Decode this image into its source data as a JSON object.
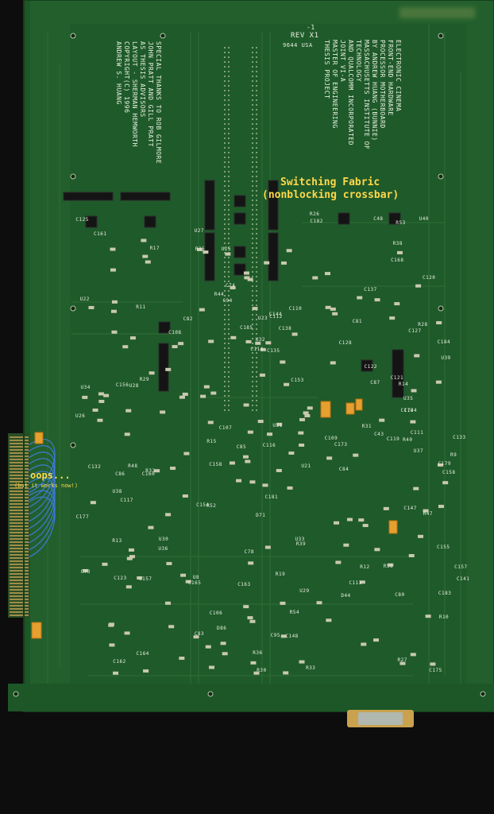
{
  "board": {
    "revision_line1": "-1",
    "revision_line2": "REV X1",
    "country": "9644 USA",
    "title_block": [
      "ELECTRONIC CINEMA",
      "FRONT-END HARDWARE",
      "PROCESSOR MOTHERBOARD",
      "BY ANDREW HUANG (BUNNIE)",
      "MASSACHUSETTS INSTITUTE OF",
      "TECHNOLOGY",
      "AND QUALCOMM INCORPORATED",
      "JOINT VI-A",
      "MASTER OF ENGINEERING",
      "THESIS PROJECT"
    ],
    "credits_block": [
      "SPECIAL THANKS TO ROB GILMORE",
      "JOHN PRATT AND GILL PRATT",
      "AS THESIS ADVISORS",
      "LAYOUT - SHERMAN HEMWORTH",
      "COPYRIGHT(C) 1996",
      "ANDREW S. HUANG"
    ]
  },
  "annotations": {
    "switching_title": "Switching Fabric",
    "switching_subtitle": "(nonblocking crossbar)",
    "oops_title": "oops...",
    "oops_subtitle": "(but it works now!)"
  },
  "component_labels": [
    "U26",
    "U27",
    "U35",
    "U31",
    "U32",
    "U30",
    "U28",
    "U29",
    "U25",
    "U36",
    "U21",
    "U23",
    "U8",
    "U22",
    "U33",
    "U34",
    "U37",
    "U38",
    "U39",
    "U40",
    "C113",
    "C184",
    "C157",
    "C155",
    "C141",
    "C185",
    "C182",
    "C183",
    "C106",
    "C177",
    "C179",
    "C173",
    "C176",
    "C175",
    "C163",
    "C144",
    "C161",
    "C168",
    "C158",
    "C107",
    "C156",
    "C160",
    "C148",
    "C162",
    "C157",
    "C153",
    "C147",
    "C135",
    "C138",
    "C158",
    "C120",
    "C164",
    "C128",
    "C121",
    "C111",
    "C112",
    "C123",
    "C127",
    "C122",
    "C124",
    "C125",
    "C132",
    "C165",
    "C154",
    "C133",
    "C137",
    "C109",
    "C108",
    "C181",
    "C114",
    "C116",
    "C117",
    "C119",
    "C110",
    "C87",
    "C86",
    "C94",
    "C95",
    "C74",
    "C80",
    "C81",
    "C82",
    "C83",
    "C84",
    "C85",
    "C78",
    "C73",
    "C48",
    "C43",
    "R26",
    "R27",
    "R28",
    "R29",
    "R30",
    "R31",
    "R32",
    "R33",
    "R35",
    "R36",
    "R38",
    "R39",
    "R40",
    "R44",
    "R47",
    "R48",
    "R52",
    "R53",
    "R54",
    "R55",
    "R11",
    "R12",
    "R13",
    "R14",
    "R15",
    "R17",
    "R19",
    "R9",
    "R10",
    "D86",
    "D71",
    "D44"
  ]
}
